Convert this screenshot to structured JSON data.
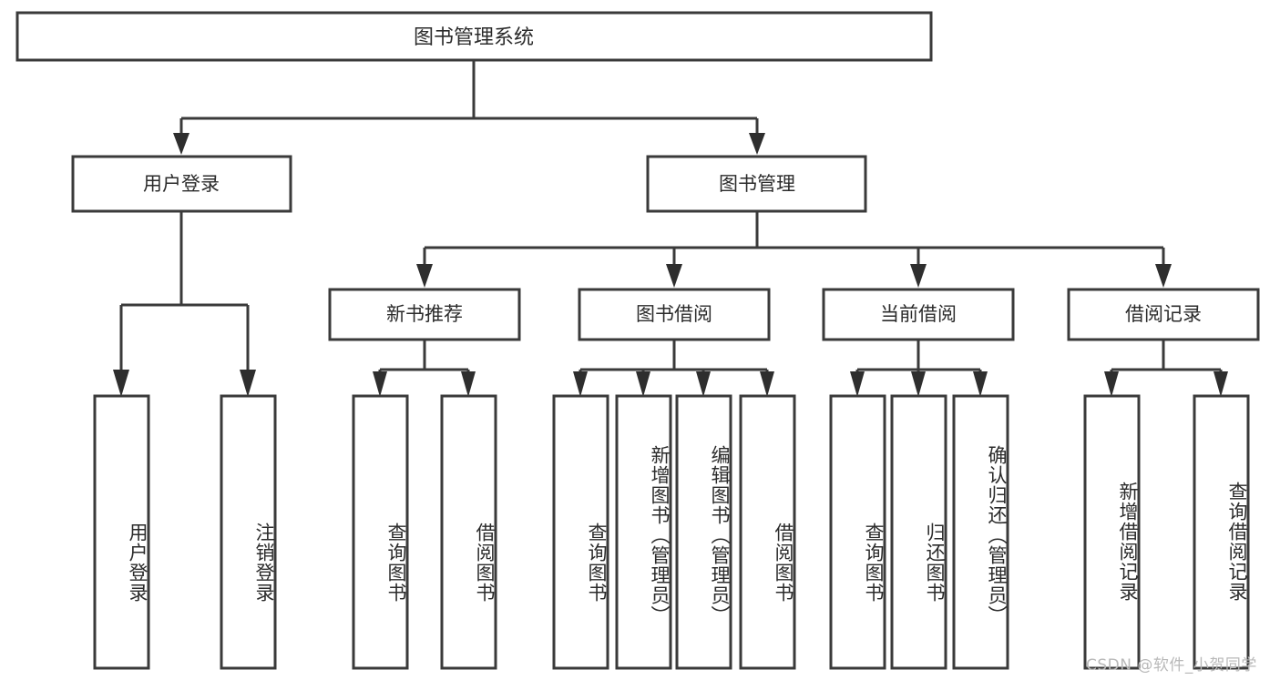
{
  "diagram": {
    "type": "tree-hierarchy-flowchart",
    "title": "图书管理系统",
    "root": {
      "id": "root",
      "label": "图书管理系统"
    },
    "level1": [
      {
        "id": "user-login",
        "label": "用户登录"
      },
      {
        "id": "book-manage",
        "label": "图书管理"
      }
    ],
    "level2": [
      {
        "id": "new-book-rec",
        "label": "新书推荐",
        "parent": "book-manage"
      },
      {
        "id": "book-borrow",
        "label": "图书借阅",
        "parent": "book-manage"
      },
      {
        "id": "current-borrow",
        "label": "当前借阅",
        "parent": "book-manage"
      },
      {
        "id": "borrow-record",
        "label": "借阅记录",
        "parent": "book-manage"
      }
    ],
    "leaves": {
      "user_login": [
        {
          "id": "leaf-user-login",
          "label": "用户登录"
        },
        {
          "id": "leaf-logout-login",
          "label": "注销登录"
        }
      ],
      "new_book_rec": [
        {
          "id": "leaf-query-book-1",
          "label": "查询图书"
        },
        {
          "id": "leaf-borrow-book-1",
          "label": "借阅图书"
        }
      ],
      "book_borrow": [
        {
          "id": "leaf-query-book-2",
          "label": "查询图书"
        },
        {
          "id": "leaf-add-book",
          "label": "新增图书（管理员）"
        },
        {
          "id": "leaf-edit-book",
          "label": "编辑图书（管理员）"
        },
        {
          "id": "leaf-borrow-book-2",
          "label": "借阅图书"
        }
      ],
      "current_borrow": [
        {
          "id": "leaf-query-book-3",
          "label": "查询图书"
        },
        {
          "id": "leaf-return-book",
          "label": "归还图书"
        },
        {
          "id": "leaf-confirm-return",
          "label": "确认归还（管理员）"
        }
      ],
      "borrow_record": [
        {
          "id": "leaf-add-record",
          "label": "新增借阅记录"
        },
        {
          "id": "leaf-query-record",
          "label": "查询借阅记录"
        }
      ]
    },
    "colors": {
      "box_stroke": "#3a3a3a",
      "box_fill": "#ffffff",
      "connector": "#3a3a3a",
      "text": "#2b2b2b",
      "background": "#ffffff",
      "watermark": "#b9b9b9"
    }
  },
  "watermark": {
    "text": "CSDN @软件_小贺同学"
  }
}
